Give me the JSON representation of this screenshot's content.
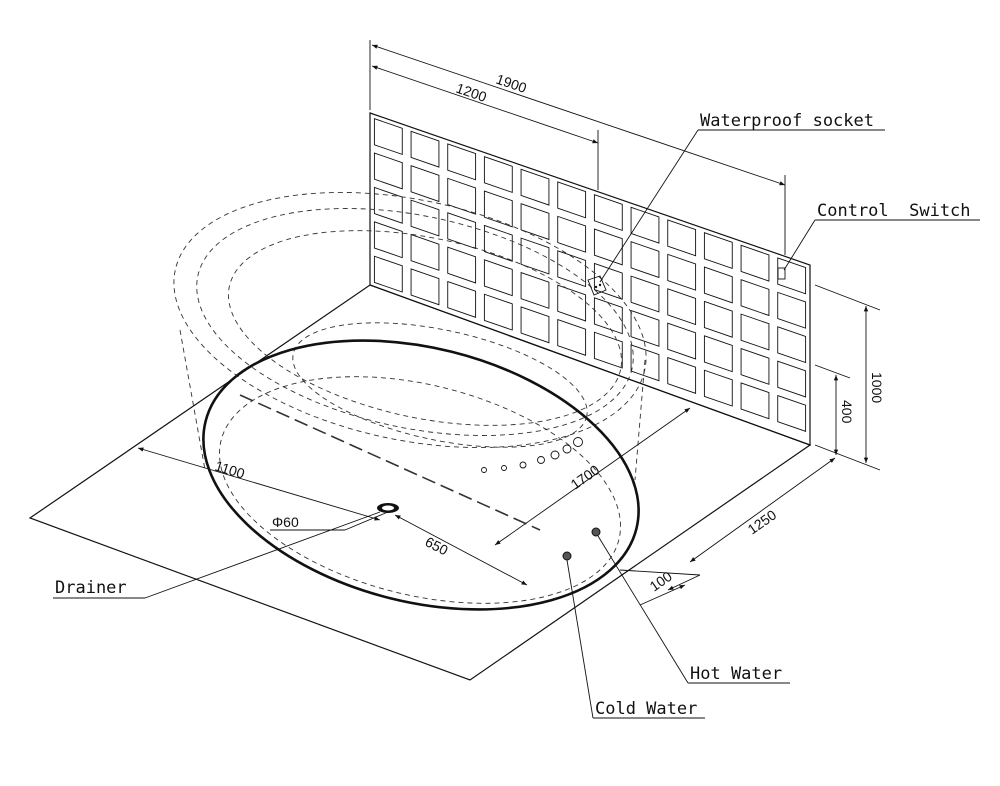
{
  "dimensions": {
    "wall_length": "1900",
    "tub_length_offset": "1200",
    "wall_height": "1000",
    "tub_height": "400",
    "floor_depth": "1250",
    "tub_diagonal": "1700",
    "tub_width": "1100",
    "drain_offset": "650",
    "drain_diameter": "Φ60",
    "inlet_offset": "100"
  },
  "callouts": {
    "waterproof_socket": "Waterproof socket",
    "control_switch": "Control  Switch",
    "drainer": "Drainer",
    "cold_water": "Cold Water",
    "hot_water": "Hot Water"
  }
}
